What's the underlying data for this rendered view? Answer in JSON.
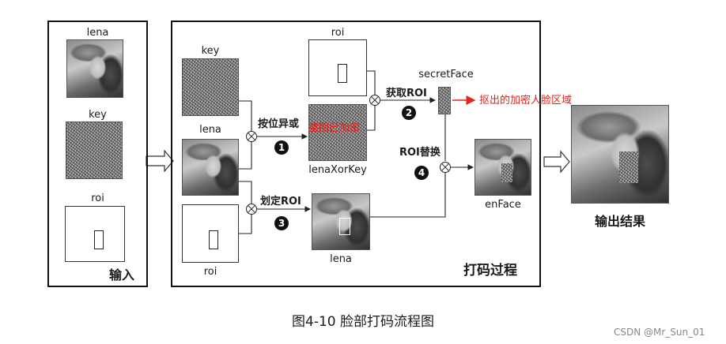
{
  "input_panel": {
    "title": "输入",
    "items": [
      {
        "label": "lena"
      },
      {
        "label": "key"
      },
      {
        "label": "roi"
      }
    ]
  },
  "process_panel": {
    "title": "打码过程",
    "key_label": "key",
    "lena_label": "lena",
    "roi_label": "roi",
    "roi_top_label": "roi",
    "lenaXorKey_label": "lenaXorKey",
    "lena_roi_label": "lena",
    "secretFace_label": "secretFace",
    "enFace_label": "enFace",
    "step1": {
      "num": "1",
      "text": "按位异或"
    },
    "step2": {
      "num": "2",
      "text": "获取ROI"
    },
    "step3": {
      "num": "3",
      "text": "划定ROI"
    },
    "step4": {
      "num": "4",
      "text": "ROI替换"
    }
  },
  "annotations": {
    "whole_encrypted": "整图已加密",
    "extracted_face": "抠出的加密人脸区域"
  },
  "output": {
    "label": "输出结果"
  },
  "caption": "图4-10  脸部打码流程图",
  "watermark": "CSDN @Mr_Sun_01",
  "colors": {
    "annotation_red": "#e0261c",
    "frame": "#111111"
  }
}
